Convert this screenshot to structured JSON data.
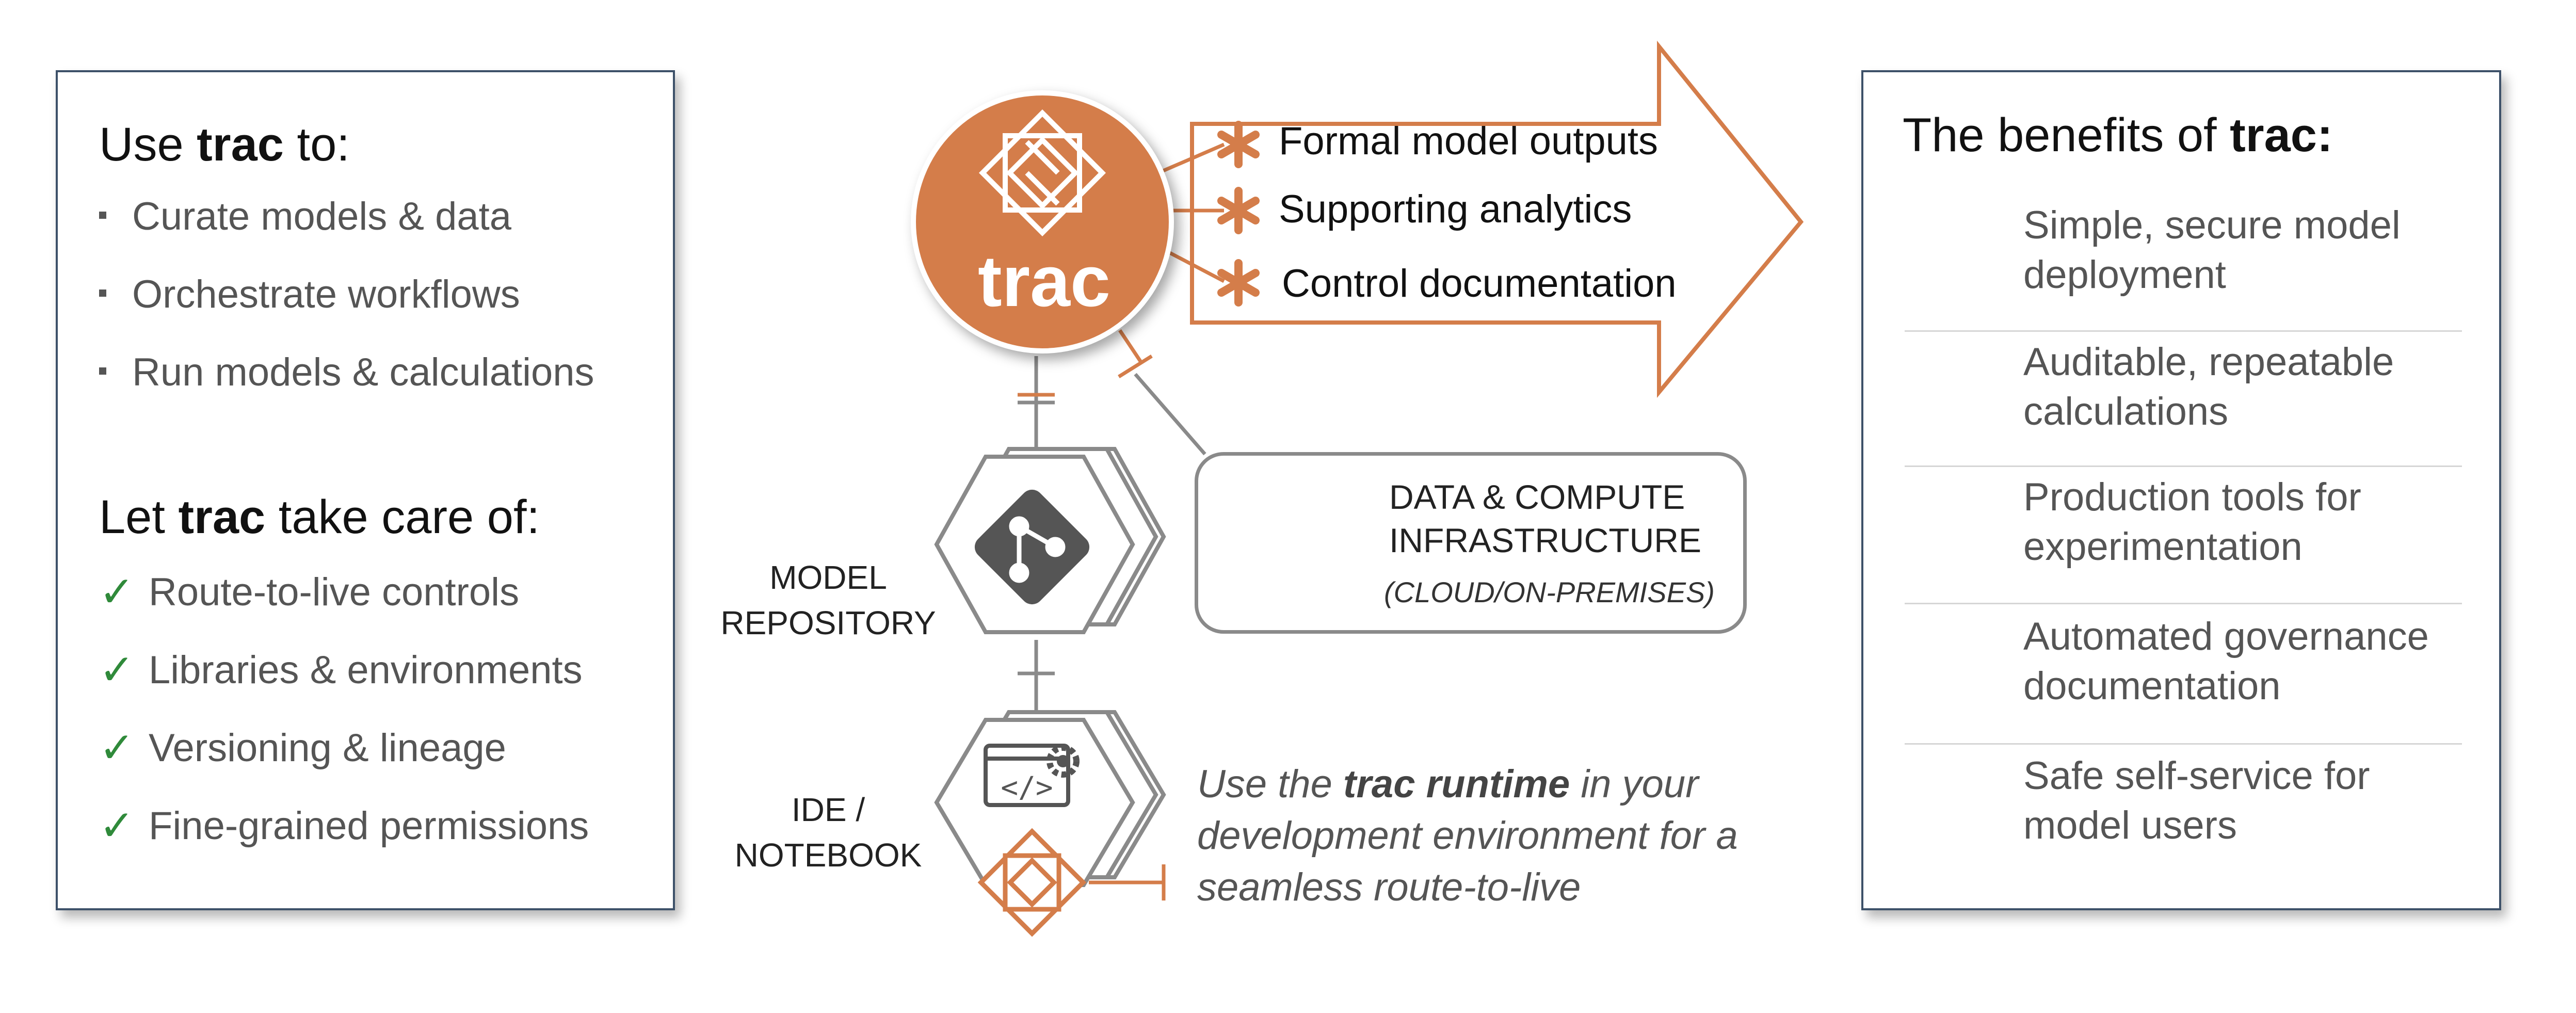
{
  "left": {
    "use_prefix": "Use ",
    "use_brand": "trac",
    "use_suffix": " to:",
    "use_items": [
      "Curate models & data",
      "Orchestrate workflows",
      "Run models & calculations"
    ],
    "care_prefix": "Let ",
    "care_brand": "trac",
    "care_suffix": " take care of:",
    "care_items": [
      "Route-to-live controls",
      "Libraries & environments",
      "Versioning & lineage",
      "Fine-grained permissions"
    ]
  },
  "center": {
    "logo_text": "trac",
    "outputs": [
      "Formal model outputs",
      "Supporting analytics",
      "Control documentation"
    ],
    "infra_line1": "DATA & COMPUTE",
    "infra_line2": "INFRASTRUCTURE",
    "infra_sub": "(CLOUD/ON-PREMISES)",
    "repo_line1": "MODEL",
    "repo_line2": "REPOSITORY",
    "ide_line1": "IDE /",
    "ide_line2": "NOTEBOOK",
    "note_prefix": "Use the ",
    "note_brand": "trac runtime",
    "note_suffix": " in your development environment for a seamless route-to-live"
  },
  "right": {
    "title_prefix": "The benefits of ",
    "title_brand": "trac:",
    "benefits": [
      {
        "line1": "Simple, secure model",
        "line2": "deployment",
        "icon": "deployment-icon"
      },
      {
        "line1": "Auditable, repeatable",
        "line2": "calculations",
        "icon": "calculations-icon"
      },
      {
        "line1": "Production tools for",
        "line2": "experimentation",
        "icon": "bar-chart-icon"
      },
      {
        "line1": "Automated governance",
        "line2": "documentation",
        "icon": "checklist-icon"
      },
      {
        "line1": "Safe self-service for",
        "line2": "model users",
        "icon": "self-service-icon"
      }
    ]
  },
  "colors": {
    "accent": "#d47d4a",
    "panel_border": "#3d5169",
    "check": "#2f8a3a",
    "gray": "#8a8a8a",
    "text_gray": "#555555"
  }
}
